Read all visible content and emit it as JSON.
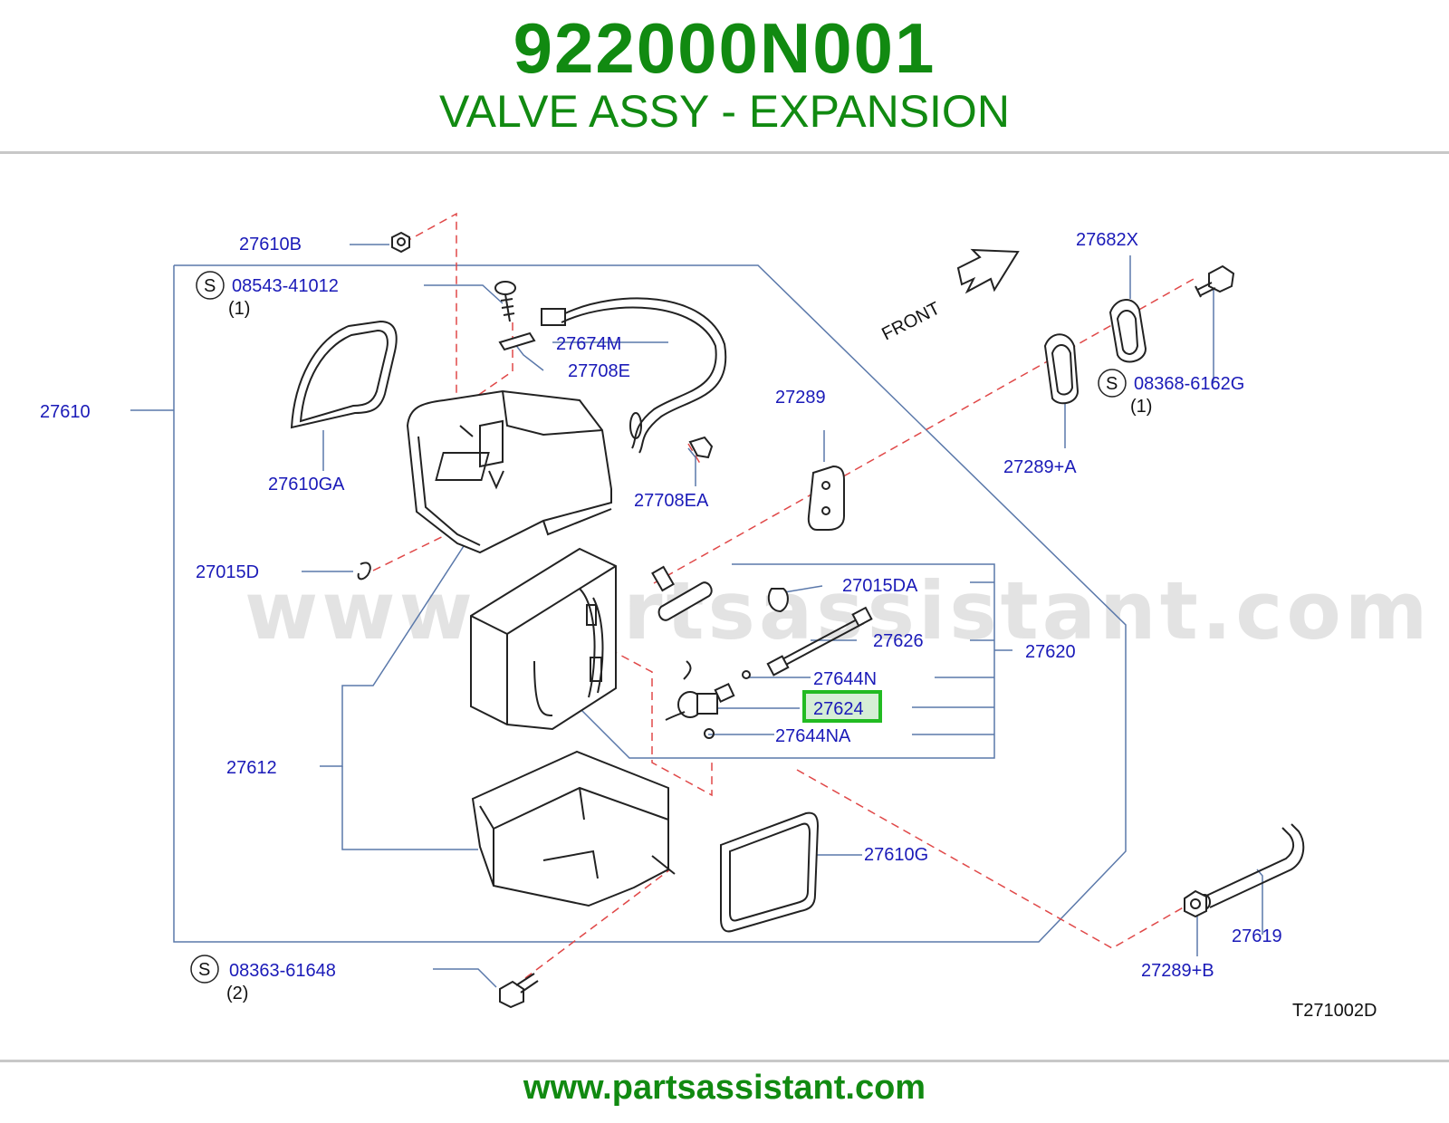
{
  "header": {
    "part_number": "922000N001",
    "part_name": "VALVE ASSY - EXPANSION"
  },
  "diagram": {
    "watermark": "www.partsassistant.com",
    "front_label": "FRONT",
    "drawing_code": "T271002D",
    "highlighted_part": "27624",
    "highlight_color": "#22bb22",
    "label_color": "#1a1ab8",
    "callouts": {
      "c_27610B": "27610B",
      "c_08543": "08543-41012",
      "c_08543_qty": "(1)",
      "c_27610": "27610",
      "c_27610GA": "27610GA",
      "c_27674M": "27674M",
      "c_27708E": "27708E",
      "c_27708EA": "27708EA",
      "c_27289": "27289",
      "c_27682X": "27682X",
      "c_08368": "08368-6162G",
      "c_08368_qty": "(1)",
      "c_27289A": "27289+A",
      "c_27015D": "27015D",
      "c_27015DA": "27015DA",
      "c_27626": "27626",
      "c_27620": "27620",
      "c_27644N": "27644N",
      "c_27624": "27624",
      "c_27644NA": "27644NA",
      "c_27612": "27612",
      "c_27610G": "27610G",
      "c_27619": "27619",
      "c_27289B": "27289+B",
      "c_08363": "08363-61648",
      "c_08363_qty": "(2)",
      "s_symbol": "S"
    }
  },
  "footer": {
    "url": "www.partsassistant.com"
  }
}
